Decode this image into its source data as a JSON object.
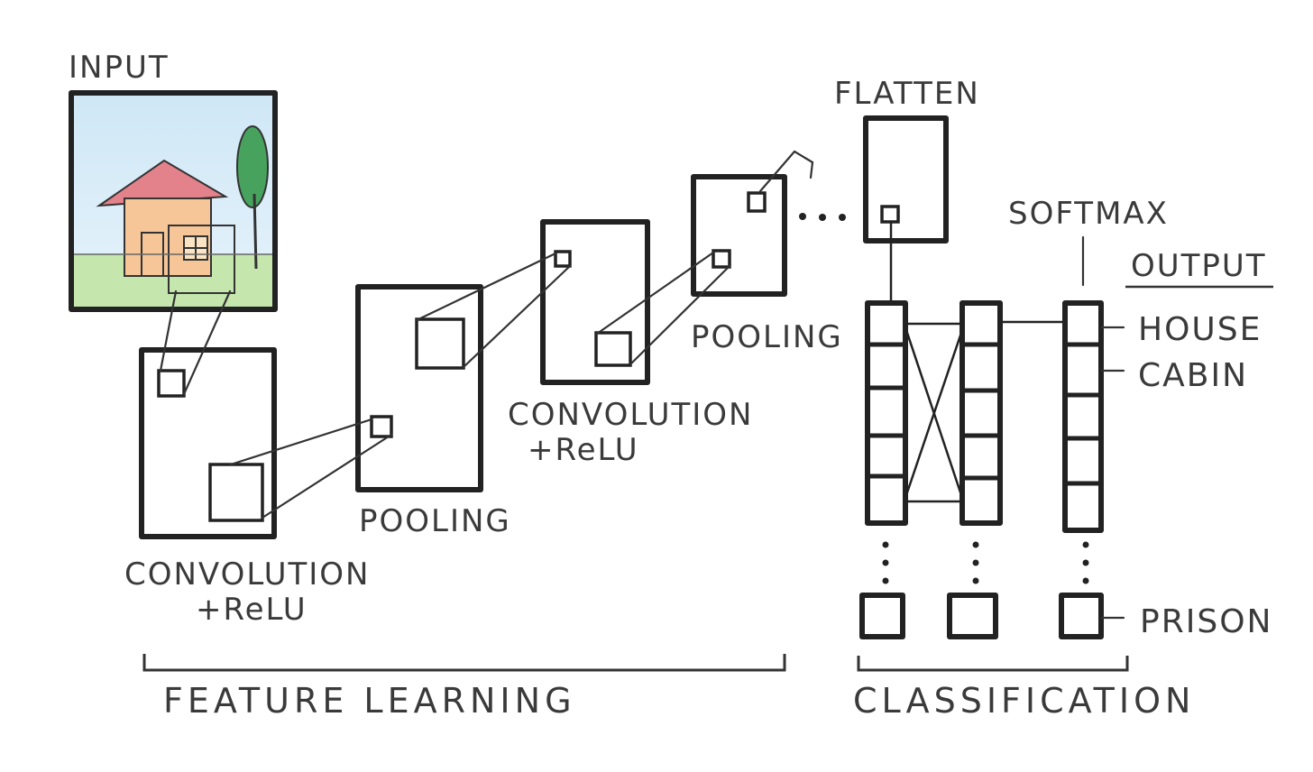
{
  "labels": {
    "input": "INPUT",
    "conv1": "CONVOLUTION",
    "conv1_relu": "+ReLU",
    "pool1": "POOLING",
    "conv2": "CONVOLUTION",
    "conv2_relu": "+ReLU",
    "pool2": "POOLING",
    "flatten": "FLATTEN",
    "softmax": "SOFTMAX",
    "output": "OUTPUT",
    "feature_learning": "FEATURE LEARNING",
    "classification": "CLASSIFICATION"
  },
  "outputs": [
    "HOUSE",
    "CABIN",
    "PRISON"
  ],
  "colors": {
    "ink": "#222222",
    "sky": "#c9e3f3",
    "grass": "#bfe3a7",
    "roof": "#e57f86",
    "wall": "#f7c99a",
    "tree": "#3f9b57"
  }
}
